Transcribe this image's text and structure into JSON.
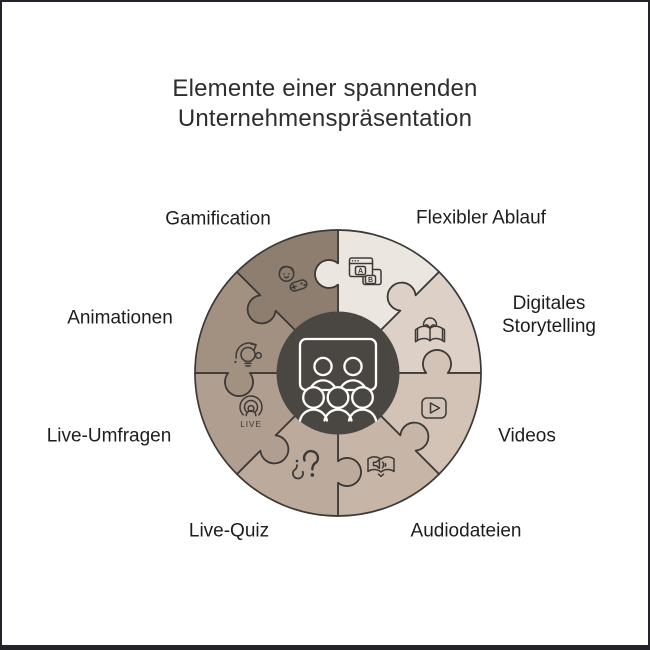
{
  "title": {
    "line1": "Elemente einer spannenden",
    "line2": "Unternehmenspräsentation"
  },
  "wheel": {
    "outline_color": "#3b3835",
    "icon_stroke": "#3d3a36",
    "center": {
      "fill": "#4a4743",
      "icon": "presentation-audience-icon",
      "icon_stroke": "#ffffff"
    },
    "segments": [
      {
        "id": "flexibler-ablauf",
        "label": "Flexibler Ablauf",
        "color": "#ece6e0",
        "icon": "ab-windows-icon"
      },
      {
        "id": "digitales-storytelling",
        "label": "Digitales Storytelling",
        "color": "#ddd1c7",
        "icon": "reading-person-icon"
      },
      {
        "id": "videos",
        "label": "Videos",
        "color": "#d2c3b6",
        "icon": "video-play-icon"
      },
      {
        "id": "audiodateien",
        "label": "Audiodateien",
        "color": "#c7b5a7",
        "icon": "audiobook-speaker-icon"
      },
      {
        "id": "live-quiz",
        "label": "Live-Quiz",
        "color": "#bcaa9c",
        "icon": "question-marks-icon"
      },
      {
        "id": "live-umfragen",
        "label": "Live-Umfragen",
        "color": "#b09e90",
        "icon": "live-broadcast-icon",
        "icon_text": "LIVE"
      },
      {
        "id": "animationen",
        "label": "Animationen",
        "color": "#a29180",
        "icon": "idea-rotation-icon"
      },
      {
        "id": "gamification",
        "label": "Gamification",
        "color": "#8e7e6f",
        "icon": "player-gamepad-icon"
      }
    ]
  }
}
